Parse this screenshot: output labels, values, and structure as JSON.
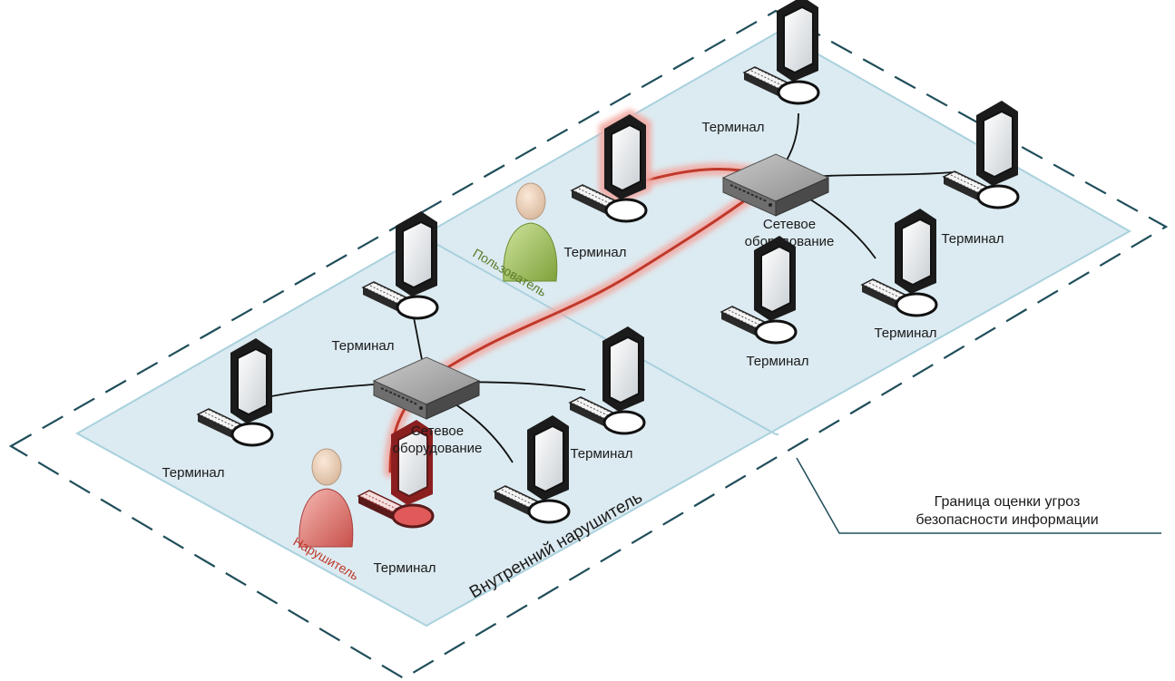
{
  "labels": {
    "terminal": "Терминал",
    "network_line1": "Сетевое",
    "network_line2": "оборудование",
    "user": "Пользователь",
    "intruder": "Нарушитель",
    "internal_intruder": "Внутренний нарушитель",
    "boundary_line1": "Граница оценки угроз",
    "boundary_line2": "безопасности информации"
  },
  "colors": {
    "zone_fill": "#dcebf1",
    "zone_stroke": "#a9d1de",
    "boundary_dash": "#1f4e5a",
    "attack_path": "#c0392b",
    "attack_glow": "#f2a9a3",
    "user_figure": "#9ec25e",
    "user_label": "#5a7a2a",
    "intruder_figure": "#e07070",
    "intruder_label": "#c0392b",
    "device": "#9a9a9a"
  },
  "icons": [
    "terminal-icon",
    "network-switch-icon",
    "user-person-icon",
    "intruder-person-icon"
  ]
}
